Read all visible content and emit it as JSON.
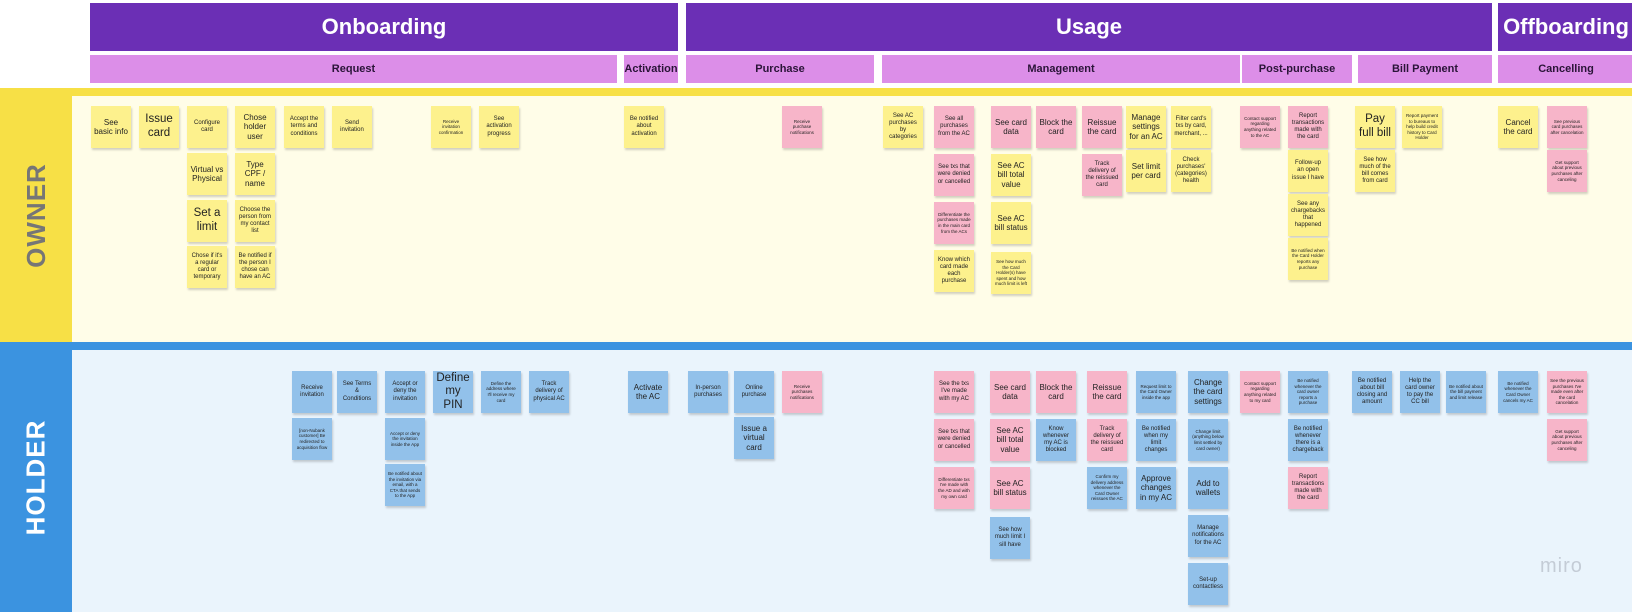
{
  "phases": [
    {
      "label": "Onboarding"
    },
    {
      "label": "Usage"
    },
    {
      "label": "Offboarding"
    }
  ],
  "stages": [
    {
      "label": "Request"
    },
    {
      "label": "Activation"
    },
    {
      "label": "Purchase"
    },
    {
      "label": "Management"
    },
    {
      "label": "Post-purchase"
    },
    {
      "label": "Bill Payment"
    },
    {
      "label": "Cancelling"
    }
  ],
  "lanes": {
    "owner": {
      "label": "OWNER",
      "color": "#f7e046",
      "bg": "#fffde8"
    },
    "holder": {
      "label": "HOLDER",
      "color": "#3b93e0",
      "bg": "#eaf4fc"
    }
  },
  "colors": {
    "phase": "#6b2fb5",
    "stage": "#dc8ee8",
    "yellow_note": "#fdf18d",
    "pink_note": "#f7b5c9",
    "blue_note": "#92c1ea"
  },
  "owner_notes": [
    {
      "text": "See basic info"
    },
    {
      "text": "Issue card"
    },
    {
      "text": "Configure card"
    },
    {
      "text": "Virtual vs Physical"
    },
    {
      "text": "Set a limit"
    },
    {
      "text": "Chose if it's a regular card or temporary"
    },
    {
      "text": "Chose holder user"
    },
    {
      "text": "Type CPF / name"
    },
    {
      "text": "Choose the person from my contact list"
    },
    {
      "text": "Be notified if the person I chose can have an AC"
    },
    {
      "text": "Accept the terms and conditions"
    },
    {
      "text": "Send invitation"
    },
    {
      "text": "Receive invitation confirmation"
    },
    {
      "text": "See activation progress"
    },
    {
      "text": "Be notified about activation"
    },
    {
      "text": "Receive purchase notifications"
    },
    {
      "text": "See AC purchases by categories"
    },
    {
      "text": "See all purchases from the AC"
    },
    {
      "text": "See txs that were denied or cancelled"
    },
    {
      "text": "Differentiate the purchases made in the main card from the ACs"
    },
    {
      "text": "Know which card made each purchase"
    },
    {
      "text": "See card data"
    },
    {
      "text": "See AC bill total value"
    },
    {
      "text": "See AC bill status"
    },
    {
      "text": "See how much the Card Holder(s) have spent and how much limit is left"
    },
    {
      "text": "Block the card"
    },
    {
      "text": "Reissue the card"
    },
    {
      "text": "Track delivery of the reissued card"
    },
    {
      "text": "Manage settings for an AC"
    },
    {
      "text": "Set limit per card"
    },
    {
      "text": "Filter card's txs by card, merchant, ..."
    },
    {
      "text": "Check purchases' (categories) health"
    },
    {
      "text": "Contact support regarding anything related to the AC"
    },
    {
      "text": "Report transactions made with the card"
    },
    {
      "text": "Follow-up an open issue I have"
    },
    {
      "text": "See any chargebacks that happened"
    },
    {
      "text": "Be notified when the Card Holder reports any purchase"
    },
    {
      "text": "Pay full bill"
    },
    {
      "text": "See how much of the bill comes from card"
    },
    {
      "text": "Report payment to bureaus to help build credit history to Card Holder"
    },
    {
      "text": "Cancel the card"
    },
    {
      "text": "See previous card purchases after cancelation"
    },
    {
      "text": "Get support about previous purchases after canceling"
    }
  ],
  "holder_notes": [
    {
      "text": "Receive invitation"
    },
    {
      "text": "[non-Nubank customer] Be redirected to acquisition flow"
    },
    {
      "text": "See Terms & Conditions"
    },
    {
      "text": "Accept or deny the invitation"
    },
    {
      "text": "Accept or deny the invitation inside the App"
    },
    {
      "text": "Be notified about the invitation via email, with a CTA that sends to the App"
    },
    {
      "text": "Define my PIN"
    },
    {
      "text": "Define the address where I'll receive my card"
    },
    {
      "text": "Track delivery of physical AC"
    },
    {
      "text": "Activate the AC"
    },
    {
      "text": "In-person purchases"
    },
    {
      "text": "Online purchase"
    },
    {
      "text": "Issue a virtual card"
    },
    {
      "text": "Receive purchases notifications"
    },
    {
      "text": "See the txs I've made with my AC"
    },
    {
      "text": "See txs that were denied or cancelled"
    },
    {
      "text": "Differentiate txs I've made with the AD and with my own card"
    },
    {
      "text": "See card data"
    },
    {
      "text": "See AC bill total value"
    },
    {
      "text": "See AC bill status"
    },
    {
      "text": "See how much limit I sill have"
    },
    {
      "text": "Block the card"
    },
    {
      "text": "Know whenever my AC is blocked"
    },
    {
      "text": "Reissue the card"
    },
    {
      "text": "Track delivery of the reissued card"
    },
    {
      "text": "Confirm my delivery address whenever the Card Owner reissues the AC"
    },
    {
      "text": "Request limit to the Card Owner inside the app"
    },
    {
      "text": "Be notified when my limit changes"
    },
    {
      "text": "Approve changes in my AC"
    },
    {
      "text": "Change the card settings"
    },
    {
      "text": "Change limit (anything below limit settled by card owner)"
    },
    {
      "text": "Add to wallets"
    },
    {
      "text": "Manage notifications for the AC"
    },
    {
      "text": "Set-up contactless"
    },
    {
      "text": "Contact support regarding anything related to my card"
    },
    {
      "text": "Be notified whenever the card owner reports a purchase"
    },
    {
      "text": "Be notified whenever there is a chargeback"
    },
    {
      "text": "Report transactions made with the card"
    },
    {
      "text": "Be notified about bill closing and amount"
    },
    {
      "text": "Help the card owner to pay the CC bill"
    },
    {
      "text": "Be notified about the bill payment and limit release"
    },
    {
      "text": "Be notified whenever the Card Owner cancels my AC"
    },
    {
      "text": "See the previous purchases I've made even after the card cancelation"
    },
    {
      "text": "Get support about previous purchases after canceling"
    }
  ],
  "watermark": "miro"
}
